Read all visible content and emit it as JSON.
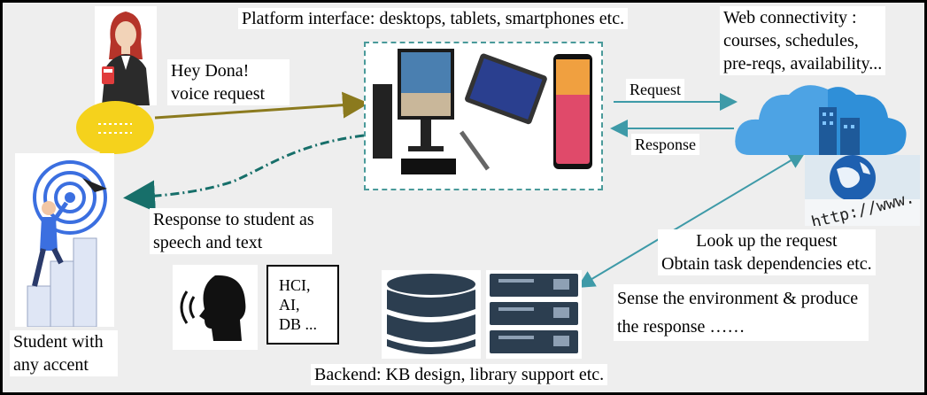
{
  "labels": {
    "platform": "Platform interface: desktops, tablets, smartphones etc.",
    "web_line1": "Web connectivity :",
    "web_line2": "courses, schedules,",
    "web_line3": "pre-reqs, availability...",
    "voice_line1": "Hey Dona!",
    "voice_line2": "voice request",
    "request": "Request",
    "response": "Response",
    "resp_student_line1": "Response to student as",
    "resp_student_line2": "speech and text",
    "lookup_line1": "Look up the request",
    "lookup_line2": "Obtain task dependencies etc.",
    "sense_line1": "Sense the environment & produce",
    "sense_line2": "the response ……",
    "student_line1": "Student with",
    "student_line2": "any accent",
    "backend": "Backend: KB design, library support etc.",
    "topics_line1": "HCI,",
    "topics_line2": "AI,",
    "topics_line3": "DB ...",
    "url_text": "http://www."
  },
  "colors": {
    "background": "#eeeeee",
    "arrow_olive": "#8b7a1e",
    "arrow_teal": "#3e9aa8",
    "arrow_dark_teal": "#176f6a",
    "bubble_yellow": "#f5d21c",
    "server_dark": "#2c3e50",
    "cloud_blue": "#2f8fd8",
    "target_blue": "#3b6fe0"
  },
  "icons": [
    "woman-user-icon",
    "speech-bubble-icon",
    "student-target-icon",
    "devices-icon",
    "cloud-building-icon",
    "web-url-icon",
    "speaking-head-icon",
    "database-icon",
    "server-rack-icon"
  ]
}
